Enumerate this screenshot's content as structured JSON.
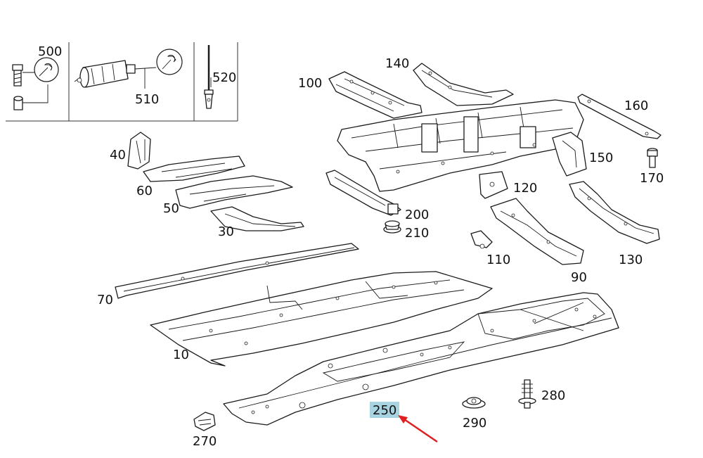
{
  "part_labels": {
    "p10": "10",
    "p30": "30",
    "p40": "40",
    "p50": "50",
    "p60": "60",
    "p70": "70",
    "p90": "90",
    "p100": "100",
    "p110": "110",
    "p120": "120",
    "p130": "130",
    "p140": "140",
    "p150": "150",
    "p160": "160",
    "p170": "170",
    "p200": "200",
    "p210": "210",
    "p250": "250",
    "p270": "270",
    "p280": "280",
    "p290": "290",
    "p500": "500",
    "p510": "510",
    "p520": "520"
  },
  "highlight": {
    "part": "250",
    "color": "#a8d4e2",
    "arrow_color": "#e02020"
  },
  "icons": {
    "tool_1": "wrench-icon",
    "tool_2": "wrench-icon"
  }
}
